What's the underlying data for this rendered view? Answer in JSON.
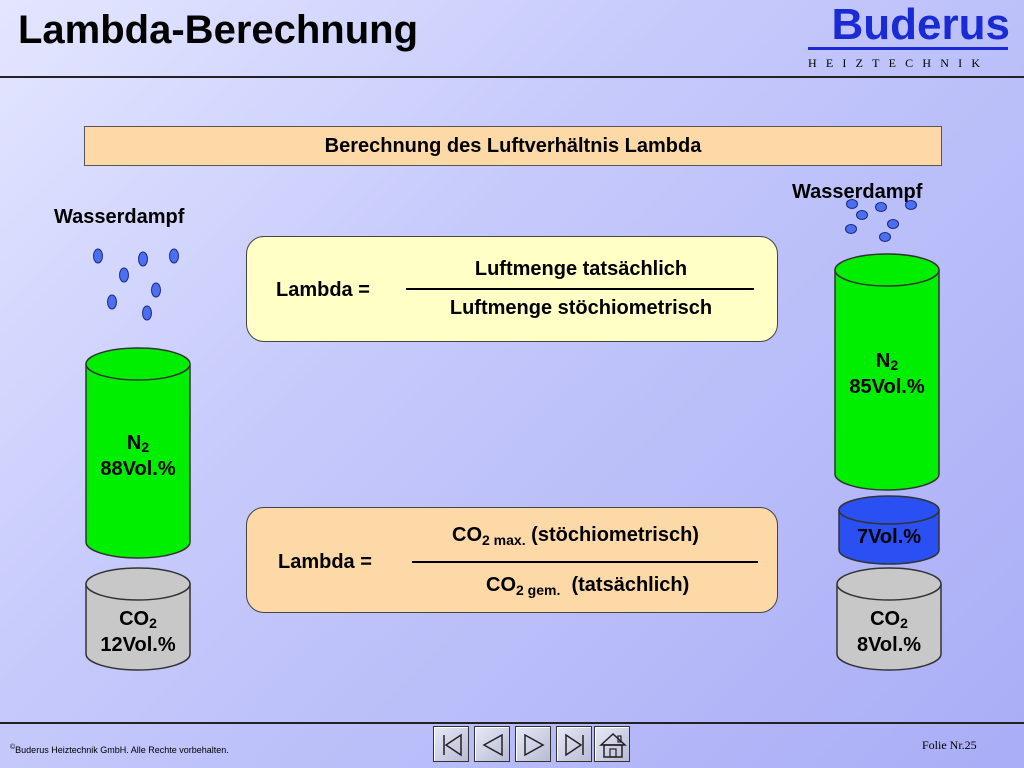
{
  "title": "Lambda-Berechnung",
  "logo": {
    "name": "Buderus",
    "subtitle": "HEIZTECHNIK"
  },
  "banner": "Berechnung des Luftverhältnis Lambda",
  "left": {
    "vapor_label": "Wasserdampf",
    "n2": {
      "formula": "N",
      "sub": "2",
      "value": "88Vol.%"
    },
    "co2": {
      "formula": "CO",
      "sub": "2",
      "value": "12Vol.%"
    }
  },
  "right": {
    "vapor_label": "Wasserdampf",
    "n2": {
      "formula": "N",
      "sub": "2",
      "value": "85Vol.%"
    },
    "o2": {
      "value": "7Vol.%"
    },
    "co2": {
      "formula": "CO",
      "sub": "2",
      "value": "8Vol.%"
    }
  },
  "formula1": {
    "lhs": "Lambda =",
    "numerator": "Luftmenge tatsächlich",
    "denominator": "Luftmenge stöchiometrisch"
  },
  "formula2": {
    "lhs": "Lambda =",
    "num_chem": "CO",
    "num_sub": "2 max.",
    "num_text": "(stöchiometrisch)",
    "den_chem": "CO",
    "den_sub": "2 gem.",
    "den_text": "(tatsächlich)"
  },
  "footer": {
    "copyright_mark": "©",
    "copyright": "Buderus Heiztechnik GmbH. Alle Rechte vorbehalten.",
    "slide": "Folie Nr.25"
  },
  "colors": {
    "n2": "#00ee00",
    "co2": "#c8c8c8",
    "o2": "#2a4ff2",
    "droplet": "#4b6ff0",
    "brand": "#1a2bd6"
  },
  "nav": [
    "first-icon",
    "prev-icon",
    "next-icon",
    "last-icon",
    "home-icon"
  ]
}
